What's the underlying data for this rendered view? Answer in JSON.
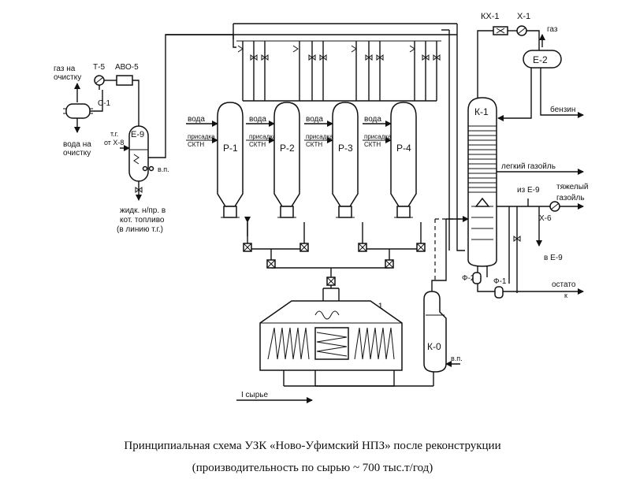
{
  "labels": {
    "gas_to_treatment": [
      "газ на",
      "очистку"
    ],
    "water_to_treatment": [
      "вода на",
      "очистку"
    ],
    "t5": "Т-5",
    "avo5": "АВО-5",
    "c1": "С-1",
    "tg": "т.г.",
    "from_x8": "от Х-8",
    "e9": "Е-9",
    "vp_e9": "в.п.",
    "liquid_fuel": [
      "жидк. н/пр. в",
      "кот. топливо",
      "(в линию т.г.)"
    ],
    "water": "вода",
    "additive": "присадка",
    "sktn": "СКТН",
    "r1": "Р-1",
    "r2": "Р-2",
    "r3": "Р-3",
    "r4": "Р-4",
    "kx1": "КХ-1",
    "x1": "Х-1",
    "gas": "газ",
    "e2": "Е-2",
    "k1": "К-1",
    "gasoline": "бензин",
    "light_gasoil": "легкий газойль",
    "from_e9": "из Е-9",
    "heavy_gasoil": [
      "тяжелый",
      "газойль"
    ],
    "x6": "Х-6",
    "to_e9": "в Е-9",
    "f2": "Ф-2",
    "f1": "Ф-1",
    "residue": [
      "остато",
      "к"
    ],
    "p1": "П-1",
    "k0": "К-0",
    "vp_k0": "в.п.",
    "feed": "I сырье"
  },
  "caption": {
    "line1": "Принципиальная схема УЗК «Ново-Уфимский НПЗ» после реконструкции",
    "line2": "(производительность по сырью ~ 700 тыс.т/год)"
  }
}
